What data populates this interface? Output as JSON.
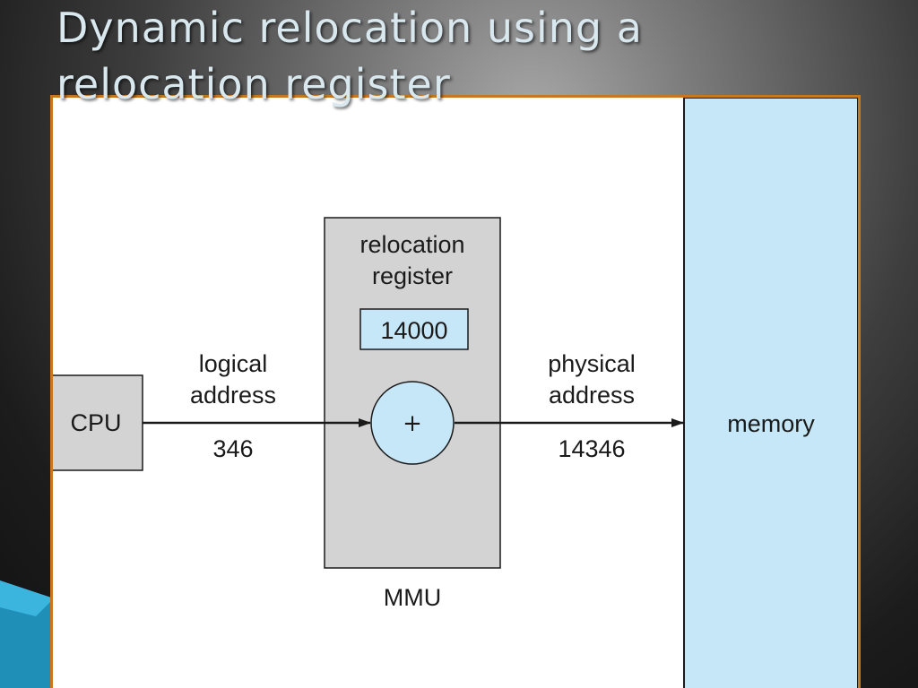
{
  "slide": {
    "title_line1": "Dynamic relocation using a",
    "title_line2": "relocation register"
  },
  "diagram": {
    "cpu": "CPU",
    "logical_address_line1": "logical",
    "logical_address_line2": "address",
    "logical_value": "346",
    "mmu_register_line1": "relocation",
    "mmu_register_line2": "register",
    "register_value": "14000",
    "adder_symbol": "+",
    "mmu": "MMU",
    "physical_address_line1": "physical",
    "physical_address_line2": "address",
    "physical_value": "14346",
    "memory": "memory"
  },
  "colors": {
    "box_gray": "#d3d3d3",
    "light_blue": "#c6e7f8",
    "frame_orange": "#c7781e"
  }
}
